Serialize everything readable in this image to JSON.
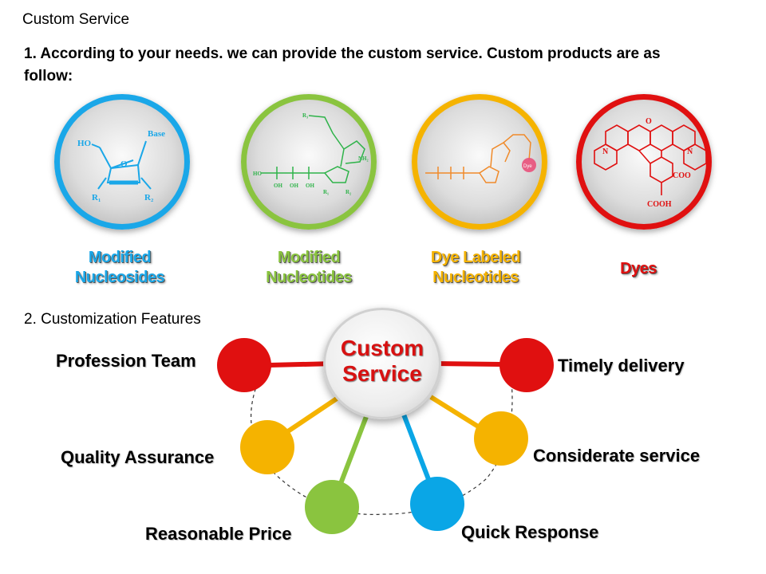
{
  "header": {
    "title": "Custom Service",
    "intro": "1. According to your needs. we can provide the custom service.  Custom products are as follow:"
  },
  "products": [
    {
      "label_line1": "Modified",
      "label_line2": "Nucleosides",
      "color": "#1aa7e8",
      "icon": "nucleoside-structure-icon",
      "structure_labels": [
        "HO",
        "Base",
        "R1",
        "R2"
      ]
    },
    {
      "label_line1": "Modified",
      "label_line2": "Nucleotides",
      "color": "#8ac43f",
      "icon": "nucleotide-structure-icon"
    },
    {
      "label_line1": "Dye Labeled",
      "label_line2": "Nucleotides",
      "color": "#f5b300",
      "icon": "dye-labeled-nucleotide-icon",
      "structure_labels": [
        "Dye"
      ]
    },
    {
      "label_line1": "Dyes",
      "label_line2": "",
      "color": "#e01010",
      "icon": "rhodamine-dye-structure-icon",
      "structure_labels": [
        "N",
        "O",
        "N",
        "COO",
        "COOH"
      ]
    }
  ],
  "features": {
    "section_title": "2. Customization  Features",
    "hub_line1": "Custom",
    "hub_line2": "Service",
    "hub_color": "#d81111",
    "items": [
      {
        "label": "Profession Team",
        "color": "#e01010"
      },
      {
        "label": "Timely delivery",
        "color": "#e01010"
      },
      {
        "label": "Quality Assurance",
        "color": "#f5b300"
      },
      {
        "label": "Considerate service",
        "color": "#f5b300"
      },
      {
        "label": "Reasonable Price",
        "color": "#8ac43f"
      },
      {
        "label": "Quick Response",
        "color": "#0aa6e6"
      }
    ]
  }
}
